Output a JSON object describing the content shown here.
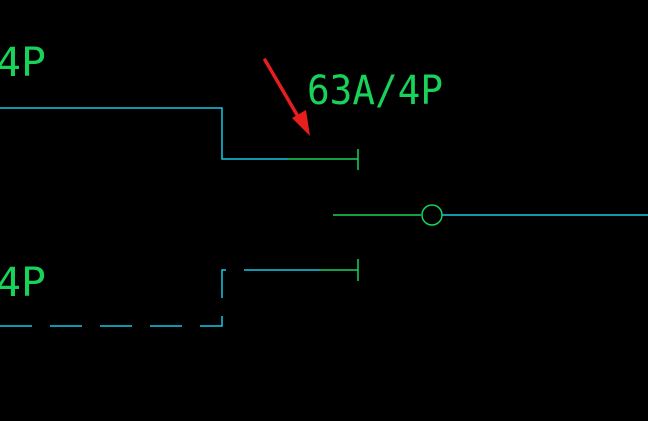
{
  "labels": {
    "upper_pole_label": "4P",
    "lower_pole_label": "4P",
    "breaker_rating": "63A/4P"
  },
  "colors": {
    "background": "#000000",
    "wire_cyan": "#19c8e6",
    "wire_green": "#19d25a",
    "annotation_green": "#19d25a",
    "arrow_red": "#e61e1e"
  },
  "icons": {
    "arrow": "red-arrow-pointer",
    "pivot": "switch-pivot-circle"
  }
}
